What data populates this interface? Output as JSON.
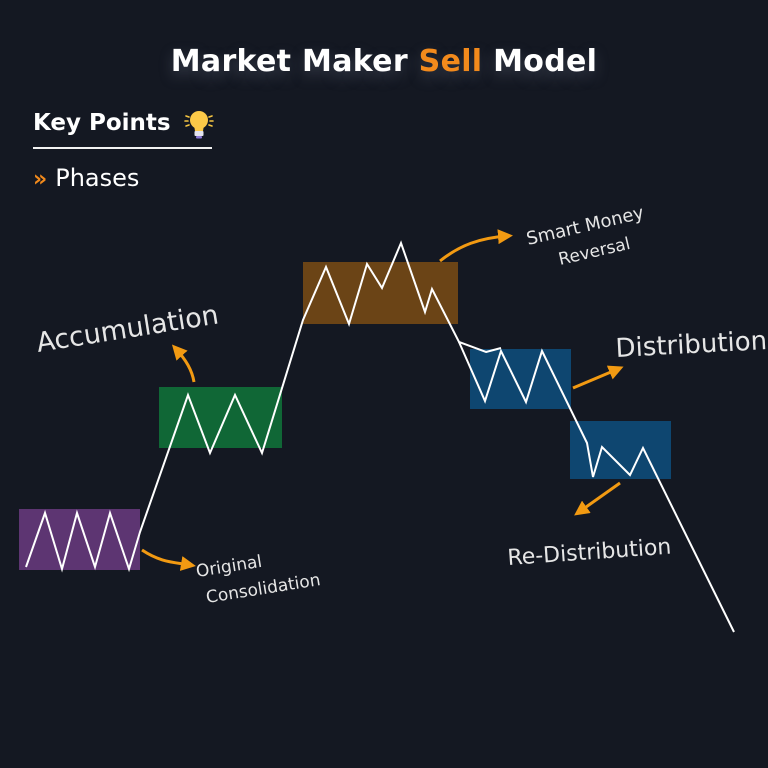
{
  "header": {
    "title_prefix": "Market Maker ",
    "title_accent": "Sell",
    "title_suffix": " Model",
    "accent_color": "#f28a1c"
  },
  "key_points": {
    "heading": "Key Points",
    "icon": "lightbulb-icon",
    "items": [
      {
        "bullet": "»",
        "label": "Phases"
      }
    ]
  },
  "diagram": {
    "background": "#141822",
    "line_color": "#ffffff",
    "arrow_color": "#f29a12",
    "phases": [
      {
        "label": "Original",
        "label2": "Consolidation",
        "color": "#5d3572"
      },
      {
        "label": "Accumulation",
        "color": "#106736"
      },
      {
        "label": "Smart Money",
        "label2": "Reversal",
        "color": "#6b4416"
      },
      {
        "label": "Distribution",
        "color": "#0e4670"
      },
      {
        "label": "Re-Distribution",
        "color": "#0e4670"
      }
    ]
  }
}
